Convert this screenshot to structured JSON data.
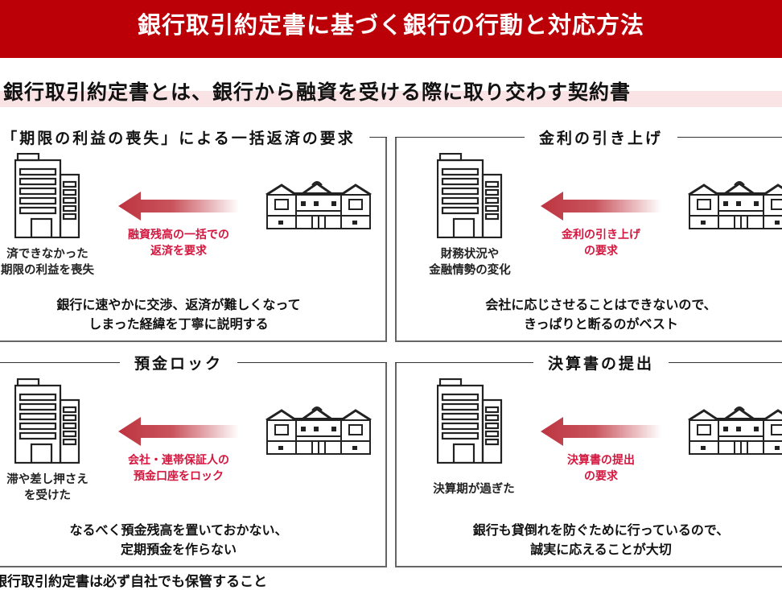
{
  "header": {
    "title": "銀行取引約定書に基づく銀行の行動と対応方法"
  },
  "subtitle": "銀行取引約定書とは、銀行から融資を受ける際に取り交わす契約書",
  "colors": {
    "header": "#bb0008",
    "accent_text": "#d3173f",
    "band": "#f9e3e5"
  },
  "panels": [
    {
      "title": "「期限の利益の喪失」による一括返済の要求",
      "caption": [
        "済できなかった",
        "期限の利益を喪失"
      ],
      "request": [
        "融資残高の一括での",
        "返済を要求"
      ],
      "advice": [
        "銀行に速やかに交渉、返済が難しくなって",
        "しまった経緯を丁寧に説明する"
      ]
    },
    {
      "title": "金利の引き上げ",
      "caption": [
        "財務状況や",
        "金融情勢の変化"
      ],
      "request": [
        "金利の引き上げ",
        "の要求"
      ],
      "advice": [
        "会社に応じさせることはできないので、",
        "きっぱりと断るのがベスト"
      ]
    },
    {
      "title": "預金ロック",
      "caption": [
        "滞や差し押さえ",
        "を受けた"
      ],
      "request": [
        "会社・連帯保証人の",
        "預金口座をロック"
      ],
      "advice": [
        "なるべく預金残高を置いておかない、",
        "定期預金を作らない"
      ]
    },
    {
      "title": "決算書の提出",
      "caption": [
        "決算期が過ぎた"
      ],
      "request": [
        "決算書の提出",
        "の要求"
      ],
      "advice": [
        "銀行も貸倒れを防ぐために行っているので、",
        "誠実に応えることが大切"
      ]
    }
  ],
  "footer": "銀行取引約定書は必ず自社でも保管すること"
}
